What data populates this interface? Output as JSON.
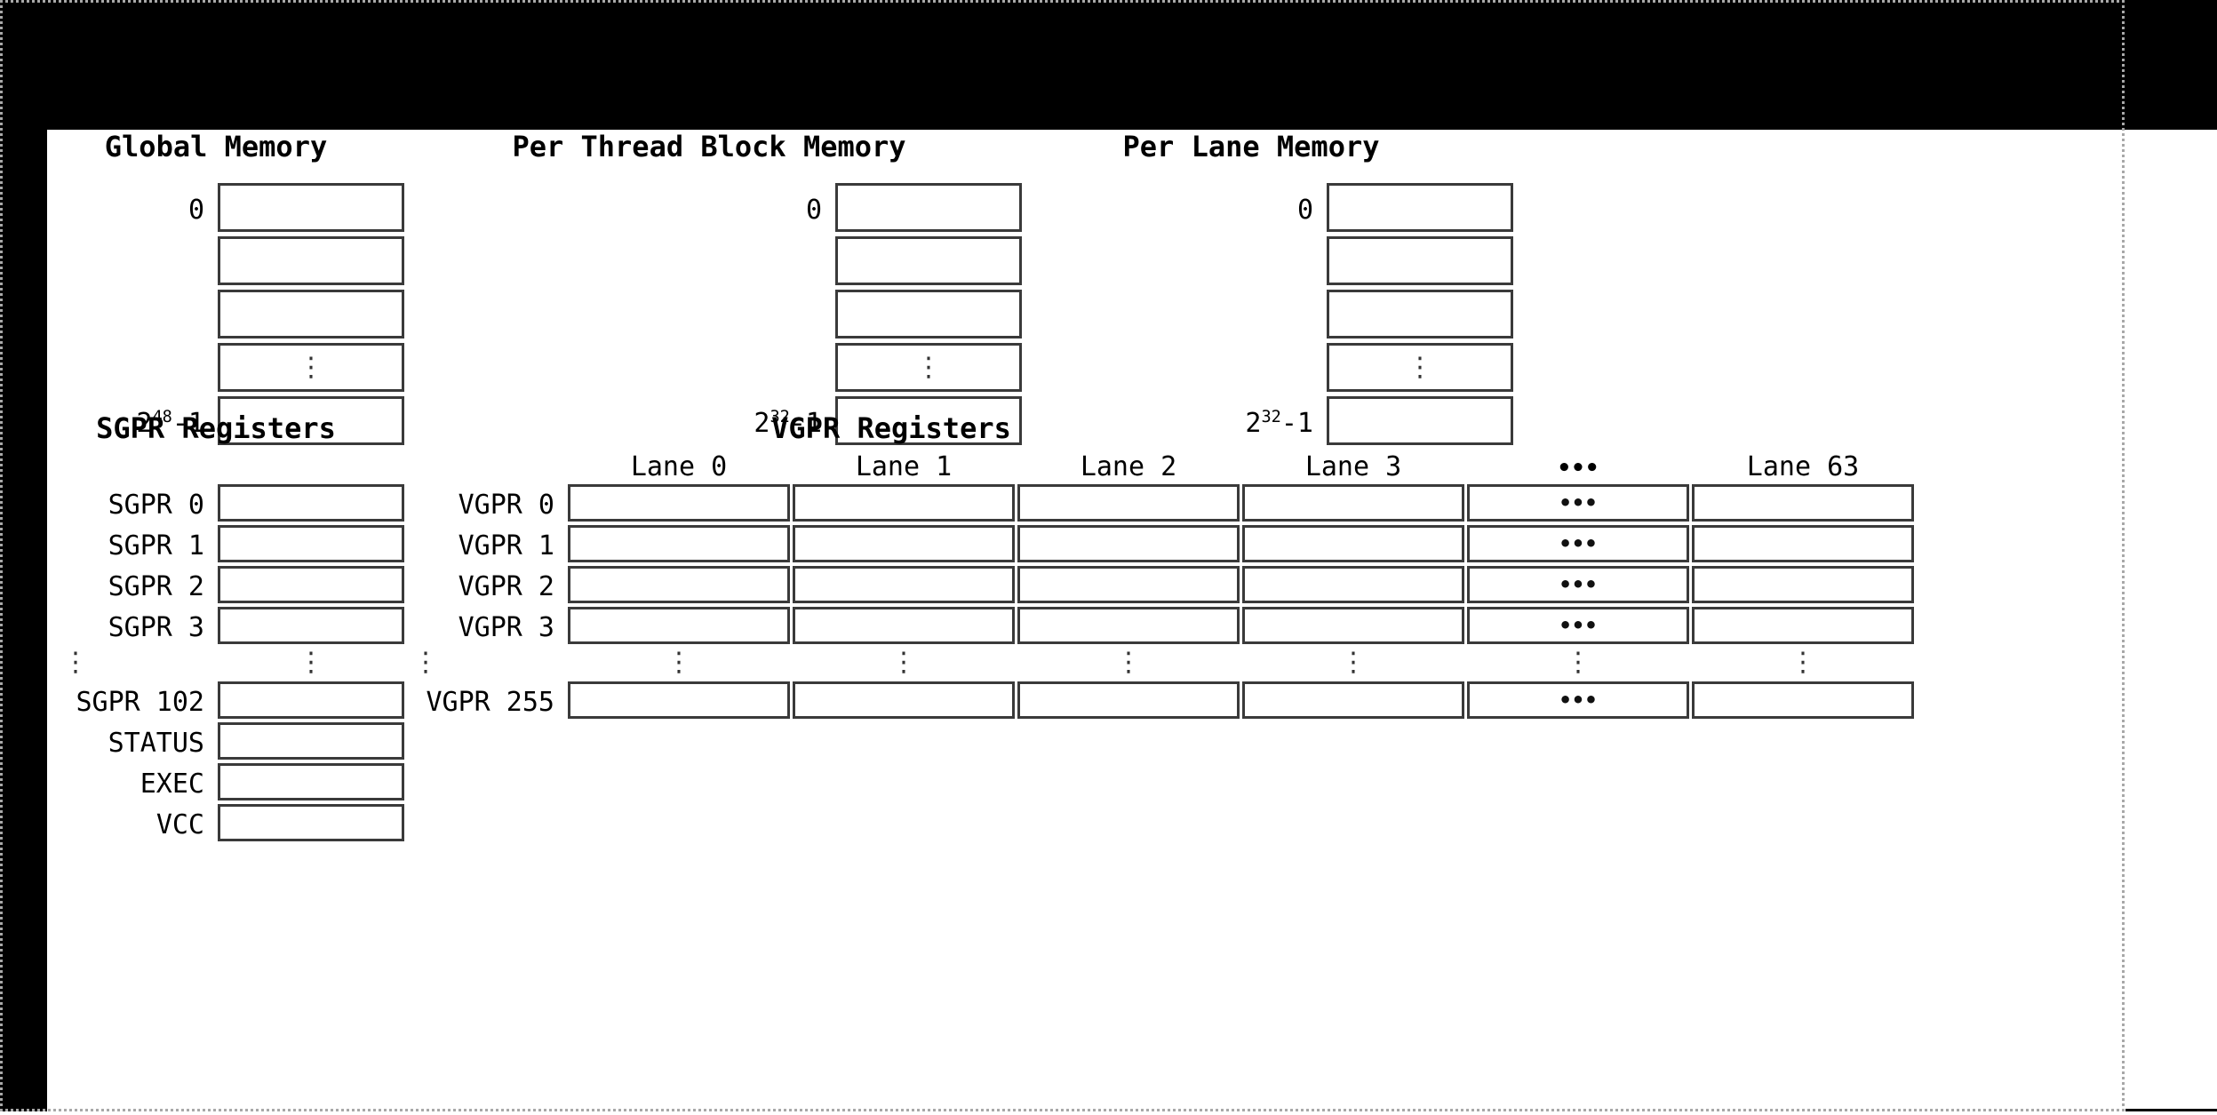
{
  "slide": {
    "memory_sections": [
      {
        "title": "Global Memory",
        "top_label": "0",
        "bottom_label_base": "2",
        "bottom_label_exp": "48",
        "bottom_label_tail": "-1",
        "rows": [
          "",
          "",
          "",
          "⋮",
          ""
        ]
      },
      {
        "title": "Per Thread Block Memory",
        "top_label": "0",
        "bottom_label_base": "2",
        "bottom_label_exp": "32",
        "bottom_label_tail": "-1",
        "rows": [
          "",
          "",
          "",
          "⋮",
          ""
        ]
      },
      {
        "title": "Per Lane Memory",
        "top_label": "0",
        "bottom_label_base": "2",
        "bottom_label_exp": "32",
        "bottom_label_tail": "-1",
        "rows": [
          "",
          "",
          "",
          "⋮",
          ""
        ]
      }
    ],
    "sgpr": {
      "title": "SGPR Registers",
      "rows": [
        {
          "label": "SGPR 0",
          "kind": "cell"
        },
        {
          "label": "SGPR 1",
          "kind": "cell"
        },
        {
          "label": "SGPR 2",
          "kind": "cell"
        },
        {
          "label": "SGPR 3",
          "kind": "cell"
        },
        {
          "label": "⋮",
          "kind": "dots",
          "cell_text": "⋮"
        },
        {
          "label": "SGPR 102",
          "kind": "cell"
        },
        {
          "label": "STATUS",
          "kind": "cell"
        },
        {
          "label": "EXEC",
          "kind": "cell"
        },
        {
          "label": "VCC",
          "kind": "cell"
        }
      ]
    },
    "vgpr": {
      "title": "VGPR Registers",
      "columns": [
        "Lane 0",
        "Lane 1",
        "Lane 2",
        "Lane 3",
        "•••",
        "Lane 63"
      ],
      "ellipsis_column_index": 4,
      "cell_ellipsis": "•••",
      "rows": [
        {
          "label": "VGPR 0",
          "kind": "cell"
        },
        {
          "label": "VGPR 1",
          "kind": "cell"
        },
        {
          "label": "VGPR 2",
          "kind": "cell"
        },
        {
          "label": "VGPR 3",
          "kind": "cell"
        },
        {
          "label": "⋮",
          "kind": "dots",
          "cell_text": "⋮"
        },
        {
          "label": "VGPR 255",
          "kind": "cell"
        }
      ]
    }
  },
  "colors": {
    "letterbox": "#000000",
    "cell_border": "#3a3a3a",
    "page_background": "#ffffff",
    "guide_border": "#a8a8a8"
  }
}
